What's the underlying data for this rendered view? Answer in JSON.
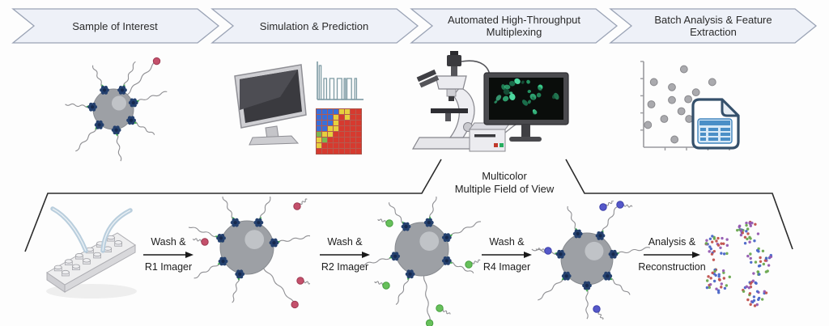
{
  "banner": {
    "steps": [
      {
        "label": "Sample of Interest"
      },
      {
        "label": "Simulation & Prediction"
      },
      {
        "label": "Automated High-Throughput Multiplexing"
      },
      {
        "label": "Batch Analysis & Feature Extraction"
      }
    ]
  },
  "expansion_label": {
    "line1": "Multicolor",
    "line2": "Multiple Field of View"
  },
  "process_steps": [
    {
      "top": "Wash &",
      "bottom": "R1 Imager"
    },
    {
      "top": "Wash &",
      "bottom": "R2 Imager"
    },
    {
      "top": "Wash &",
      "bottom": "R4 Imager"
    },
    {
      "top": "Analysis &",
      "bottom": "Reconstruction"
    }
  ],
  "illustrations": {
    "sample_bead": "dna-functionalized-bead",
    "prediction_monitor": "computer-monitor",
    "signal_plot": "binary-signal-plot",
    "prediction_heatmap": "simulation-heatmap",
    "microscope": "automated-fluorescence-microscope",
    "fluorescence_monitor": "monitor-with-fluorescent-cells",
    "controller": "microscope-controller-box",
    "scatter_plot": "feature-scatter-plot",
    "spreadsheet": "data-spreadsheet-icon",
    "flow_cell": "microfluidic-flow-cell-with-tubing",
    "bead_r1": "bead-with-red-imager-probes",
    "bead_r2": "bead-with-green-imager-probes",
    "bead_r4": "bead-with-blue-imager-probes",
    "reconstruction": "reconstructed-multicolor-bead-clusters"
  },
  "colors": {
    "chevron_fill": "#eef1f8",
    "chevron_border": "#9aa3b5",
    "text": "#2b2b2b",
    "bead": "#9da0a5",
    "bead_highlight": "#c9ccd0",
    "protein_navy": "#24406e",
    "linker_green": "#3db04b",
    "fluor_red": "#c4506b",
    "fluor_green": "#67c05b",
    "fluor_blue": "#5558c9",
    "arrow": "#1a1a1a",
    "bracket": "#2b2b2b",
    "screen_cell_green": "#39c98a",
    "cluster_palette": [
      "#c0504d",
      "#6aa84f",
      "#4a66c8",
      "#9459b0"
    ]
  },
  "chart_data": [
    {
      "name": "prediction-heatmap",
      "type": "heatmap",
      "rows": 8,
      "cols": 8,
      "grid": [
        "BBBBYYRR",
        "BBBYRYRR",
        "BBBYRRRR",
        "BBYYRRRR",
        "GYYRRRRR",
        "YGRRRRRR",
        "YRRRRRRR",
        "RRRRRRRR"
      ],
      "palette": {
        "B": "#3a6fd8",
        "Y": "#e6cf3e",
        "R": "#d63a2f",
        "G": "#7cb850"
      }
    },
    {
      "name": "feature-scatter",
      "type": "scatter",
      "marker_color": "#aaaaae",
      "points": [
        [
          0.47,
          0.91
        ],
        [
          0.12,
          0.76
        ],
        [
          0.8,
          0.76
        ],
        [
          0.33,
          0.7
        ],
        [
          0.61,
          0.64
        ],
        [
          0.33,
          0.55
        ],
        [
          0.52,
          0.56
        ],
        [
          0.09,
          0.5
        ],
        [
          0.61,
          0.47
        ],
        [
          0.44,
          0.42
        ],
        [
          0.24,
          0.33
        ],
        [
          0.53,
          0.33
        ],
        [
          0.7,
          0.35
        ],
        [
          0.05,
          0.26
        ],
        [
          0.36,
          0.09
        ],
        [
          0.62,
          0.12
        ]
      ]
    },
    {
      "name": "signal-pulse",
      "type": "line",
      "style": "binary-square-wave",
      "color": "#7d9aa3",
      "high_segments": [
        [
          0.04,
          0.08,
          1.0
        ],
        [
          0.14,
          0.2,
          0.62
        ],
        [
          0.27,
          0.36,
          0.62
        ],
        [
          0.43,
          0.53,
          0.62
        ],
        [
          0.58,
          0.61,
          0.62
        ],
        [
          0.64,
          0.74,
          0.62
        ],
        [
          0.81,
          0.85,
          0.62
        ]
      ]
    }
  ]
}
